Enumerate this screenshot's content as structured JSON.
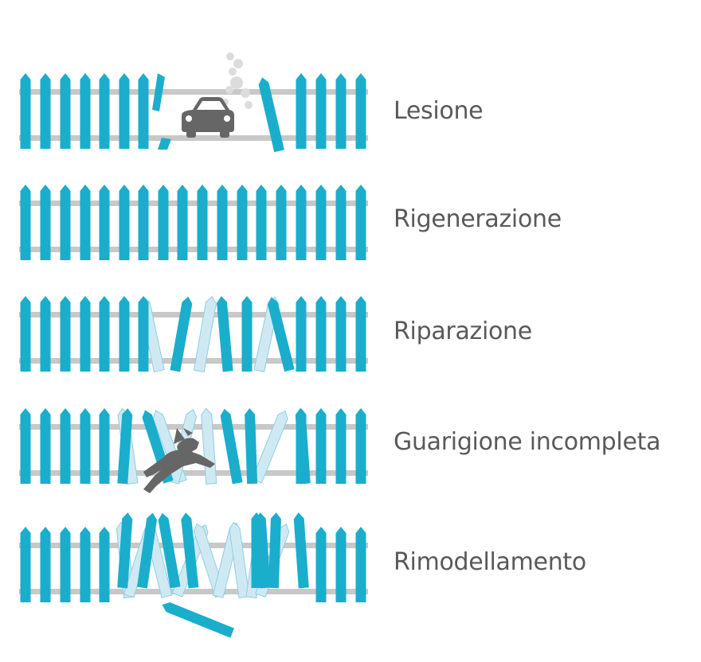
{
  "colors": {
    "picket": "#1aaecc",
    "picket_ghost": "#cfe9f3",
    "picket_ghost_stroke": "#8ccfe2",
    "rail": "#c8c8c8",
    "figure": "#666666",
    "smoke": "#dcdcdc",
    "label": "#58595b"
  },
  "rows": [
    {
      "id": "lesione",
      "label": "Lesione",
      "scene": "car-crash",
      "icon": "car-icon"
    },
    {
      "id": "rigenerazione",
      "label": "Rigenerazione",
      "scene": "intact-fence",
      "icon": ""
    },
    {
      "id": "riparazione",
      "label": "Riparazione",
      "scene": "tilted-repaired-pickets",
      "icon": ""
    },
    {
      "id": "guarigione",
      "label": "Guarigione incompleta",
      "scene": "dog-through-gap",
      "icon": "dog-icon"
    },
    {
      "id": "rimodellamento",
      "label": "Rimodellamento",
      "scene": "chaotic-rebuilt-pickets",
      "icon": ""
    }
  ]
}
